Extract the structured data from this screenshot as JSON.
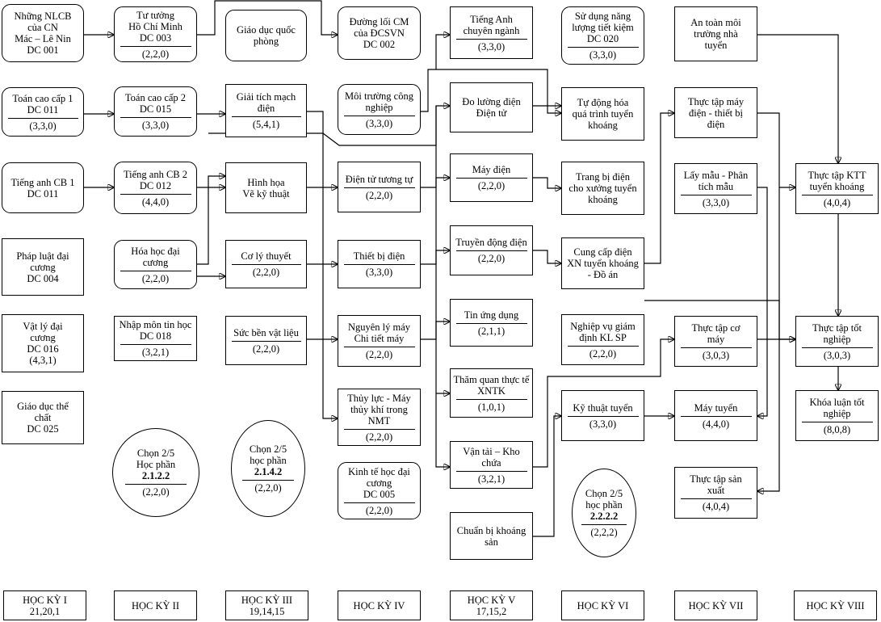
{
  "nodes": [
    {
      "id": "n1",
      "shape": "rounded",
      "text": "Những NLCB\ncủa CN\nMác – Lê Nin\nDC 001",
      "credits": ""
    },
    {
      "id": "n2",
      "shape": "rounded",
      "text": "Toán cao cấp 1\nDC 011",
      "credits": "(3,3,0)"
    },
    {
      "id": "n3",
      "shape": "rounded",
      "text": "Tiếng anh CB 1\nDC 011",
      "credits": ""
    },
    {
      "id": "n4",
      "shape": "rect",
      "text": "Pháp luật đại\ncương\nDC 004",
      "credits": ""
    },
    {
      "id": "n5",
      "shape": "rect",
      "text": "Vật lý đại\ncương\nDC 016\n(4,3,1)",
      "credits": ""
    },
    {
      "id": "n6",
      "shape": "rect",
      "text": "Giáo dục thể\nchất\nDC 025",
      "credits": ""
    },
    {
      "id": "n7",
      "shape": "rounded",
      "text": "Tư tưởng\nHồ Chí Minh\nDC 003",
      "credits": "(2,2,0)"
    },
    {
      "id": "n8",
      "shape": "rounded",
      "text": "Toán cao cấp 2\nDC 015",
      "credits": "(3,3,0)"
    },
    {
      "id": "n9",
      "shape": "rounded",
      "text": "Tiếng anh CB 2\nDC 012",
      "credits": "(4,4,0)"
    },
    {
      "id": "n10",
      "shape": "rounded",
      "text": "Hóa học đại\ncương",
      "credits": "(2,2,0)"
    },
    {
      "id": "n11",
      "shape": "rect",
      "text": "Nhập môn tin học\nDC 018",
      "credits": "(3,2,1)"
    },
    {
      "id": "n12",
      "shape": "ellipse",
      "text": "Chọn 2/5\nHọc phần",
      "bold": "2.1.2.2",
      "credits": "(2,2,0)"
    },
    {
      "id": "n13",
      "shape": "rounded",
      "text": "Giáo dục quốc\nphòng",
      "credits": ""
    },
    {
      "id": "n14",
      "shape": "rect",
      "text": "Giải tích mạch\nđiện",
      "credits": "(5,4,1)"
    },
    {
      "id": "n15",
      "shape": "rect",
      "text": "Hình họa\nVẽ kỹ thuật",
      "credits": ""
    },
    {
      "id": "n16",
      "shape": "rect",
      "text": "Cơ lý thuyết",
      "credits": "(2,2,0)"
    },
    {
      "id": "n17",
      "shape": "rect",
      "text": "Sức bền vật liệu",
      "credits": "(2,2,0)"
    },
    {
      "id": "n18",
      "shape": "ellipse",
      "text": "Chọn 2/5\nhọc phần",
      "bold": "2.1.4.2",
      "credits": "(2,2,0)"
    },
    {
      "id": "n19",
      "shape": "rounded",
      "text": "Đường lối CM\ncủa ĐCSVN\nDC 002",
      "credits": ""
    },
    {
      "id": "n20",
      "shape": "rounded",
      "text": "Môi trường công\nnghiệp",
      "credits": "(3,3,0)"
    },
    {
      "id": "n21",
      "shape": "rect",
      "text": "Điện tử tương tự",
      "credits": "(2,2,0)"
    },
    {
      "id": "n22",
      "shape": "rect",
      "text": "Thiết bị điện",
      "credits": "(3,3,0)"
    },
    {
      "id": "n23",
      "shape": "rect",
      "text": "Nguyên lý máy\nChi tiết máy",
      "credits": "(2,2,0)"
    },
    {
      "id": "n24",
      "shape": "rect",
      "text": "Thủy lực - Máy\nthủy khí trong\nNMT",
      "credits": "(2,2,0)"
    },
    {
      "id": "n25",
      "shape": "rounded",
      "text": "Kinh tế học đại\ncương\nDC 005",
      "credits": "(2,2,0)"
    },
    {
      "id": "n26",
      "shape": "rect",
      "text": "Tiếng Anh\nchuyên ngành",
      "credits": "(3,3,0)"
    },
    {
      "id": "n27",
      "shape": "rect",
      "text": "Đo lường điện\nĐiện tử",
      "credits": ""
    },
    {
      "id": "n28",
      "shape": "rect",
      "text": "Máy điện",
      "credits": "(2,2,0)"
    },
    {
      "id": "n29",
      "shape": "rect",
      "text": "Truyền động điện",
      "credits": "(2,2,0)"
    },
    {
      "id": "n30",
      "shape": "rect",
      "text": "Tin ứng dụng",
      "credits": "(2,1,1)"
    },
    {
      "id": "n31",
      "shape": "rect",
      "text": "Thăm quan thực tế\nXNTK",
      "credits": "(1,0,1)"
    },
    {
      "id": "n32",
      "shape": "rect",
      "text": "Vận tải – Kho\nchứa",
      "credits": "(3,2,1)"
    },
    {
      "id": "n33",
      "shape": "rect",
      "text": "Chuẩn bị khoáng\nsản",
      "credits": ""
    },
    {
      "id": "n34",
      "shape": "rounded",
      "text": "Sử dụng năng\nlượng tiết kiệm\nDC 020",
      "credits": "(3,3,0)"
    },
    {
      "id": "n35",
      "shape": "rect",
      "text": "Tự động hóa\nquá trình tuyển\nkhoáng",
      "credits": ""
    },
    {
      "id": "n36",
      "shape": "rect",
      "text": "Trang bị điện\ncho xưởng tuyển\nkhoáng",
      "credits": ""
    },
    {
      "id": "n37",
      "shape": "rect",
      "text": "Cung cấp điện\nXN tuyển khoáng\n- Đồ án",
      "credits": ""
    },
    {
      "id": "n38",
      "shape": "rect",
      "text": "Nghiệp vụ giám\nđịnh KL SP",
      "credits": "(2,2,0)"
    },
    {
      "id": "n39",
      "shape": "rect",
      "text": "Kỹ thuật tuyển",
      "credits": "(3,3,0)"
    },
    {
      "id": "n40",
      "shape": "ellipse",
      "text": "Chọn 2/5\nhọc phần",
      "bold": "2.2.2.2",
      "credits": "(2,2,2)"
    },
    {
      "id": "n41",
      "shape": "rect",
      "text": "An toàn môi\ntrường nhà\ntuyển",
      "credits": ""
    },
    {
      "id": "n42",
      "shape": "rect",
      "text": "Thực tập máy\nđiện - thiết bị\nđiện",
      "credits": ""
    },
    {
      "id": "n43",
      "shape": "rect",
      "text": "Lấy mẫu - Phân\ntích mẫu",
      "credits": "(3,3,0)"
    },
    {
      "id": "n44",
      "shape": "rect",
      "text": "Thực tập cơ\nmáy",
      "credits": "(3,0,3)"
    },
    {
      "id": "n45",
      "shape": "rect",
      "text": "Máy tuyển",
      "credits": "(4,4,0)"
    },
    {
      "id": "n46",
      "shape": "rect",
      "text": "Thực tập sản\nxuất",
      "credits": "(4,0,4)"
    },
    {
      "id": "n47",
      "shape": "rect",
      "text": "Thực tập KTT\ntuyển khoáng",
      "credits": "(4,0,4)"
    },
    {
      "id": "n48",
      "shape": "rect",
      "text": "Thực tập tốt\nnghiệp",
      "credits": "(3,0,3)"
    },
    {
      "id": "n49",
      "shape": "rect",
      "text": "Khóa luận tốt\nnghiệp",
      "credits": "(8,0,8)"
    }
  ],
  "semesters": [
    {
      "label": "HỌC KỲ I",
      "sub": "21,20,1"
    },
    {
      "label": "HỌC KỲ II",
      "sub": ""
    },
    {
      "label": "HỌC KỲ III",
      "sub": "19,14,15"
    },
    {
      "label": "HỌC KỲ IV",
      "sub": ""
    },
    {
      "label": "HỌC KỲ V",
      "sub": "17,15,2"
    },
    {
      "label": "HỌC KỲ VI",
      "sub": ""
    },
    {
      "label": "HỌC KỲ VII",
      "sub": ""
    },
    {
      "label": "HỌC KỲ VIII",
      "sub": ""
    }
  ]
}
